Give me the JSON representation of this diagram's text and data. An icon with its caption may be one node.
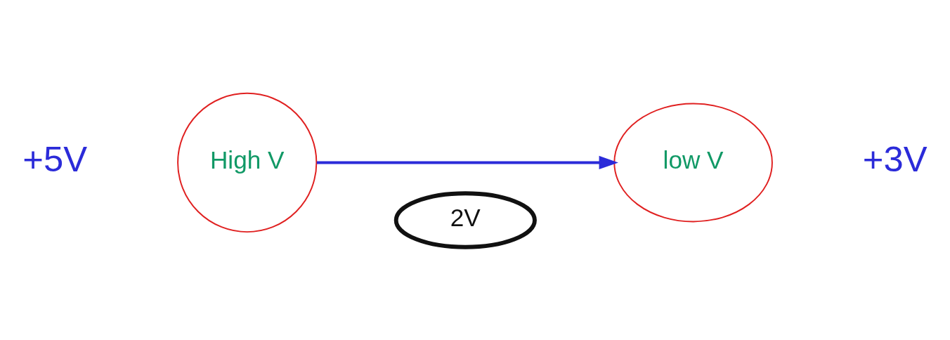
{
  "diagram": {
    "nodes": [
      {
        "text": [
          "High V"
        ],
        "beside": [
          "+5V"
        ]
      },
      {
        "text": [
          "low V"
        ],
        "beside": [
          "+3V"
        ]
      },
      {
        "text": [
          "2V"
        ]
      }
    ],
    "edges": [
      {
        "from": 0,
        "to": 1,
        "arrow": "to",
        "color": "#2b2bd9"
      }
    ]
  }
}
